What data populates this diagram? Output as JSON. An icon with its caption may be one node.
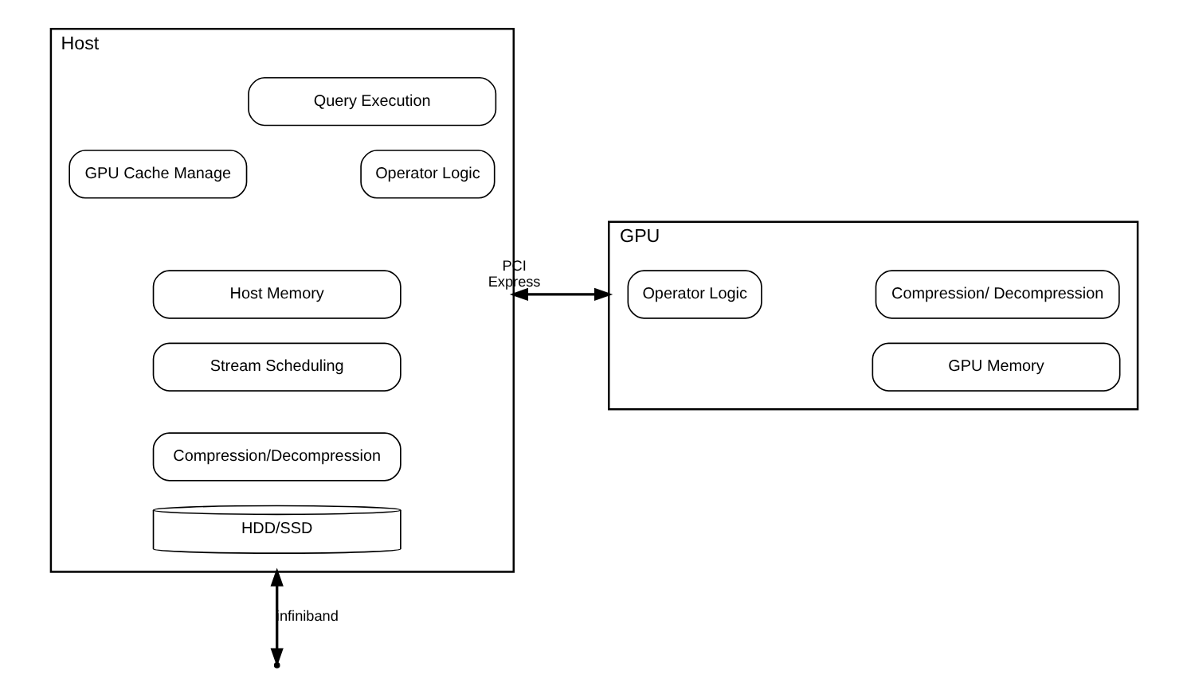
{
  "diagram": {
    "nodes": [
      {
        "text": [
          "Host"
        ]
      },
      {
        "text": [
          "Query Execution"
        ],
        "in": 0
      },
      {
        "text": [
          "Operator Logic"
        ],
        "in": 0
      },
      {
        "text": [
          "GPU Cache Manage"
        ],
        "in": 0
      },
      {
        "text": [
          "Host Memory"
        ],
        "in": 0
      },
      {
        "text": [
          "Stream Scheduling"
        ],
        "in": 0
      },
      {
        "text": [
          "Compression/Decompression"
        ],
        "in": 0
      },
      {
        "text": [
          "HDD/SSD"
        ],
        "in": 0
      },
      {
        "text": [
          "GPU"
        ]
      },
      {
        "text": [
          "Compression/ Decompression"
        ],
        "in": 8
      },
      {
        "text": [
          "Operator Logic"
        ],
        "in": 8
      },
      {
        "text": [
          "GPU Memory"
        ],
        "in": 8
      }
    ],
    "edges": [
      {
        "from": 0,
        "to": 8,
        "arrow": "both",
        "label": "PCI Express"
      },
      {
        "from": 0,
        "to": null,
        "arrow": "both",
        "label": "infiniband"
      }
    ]
  }
}
